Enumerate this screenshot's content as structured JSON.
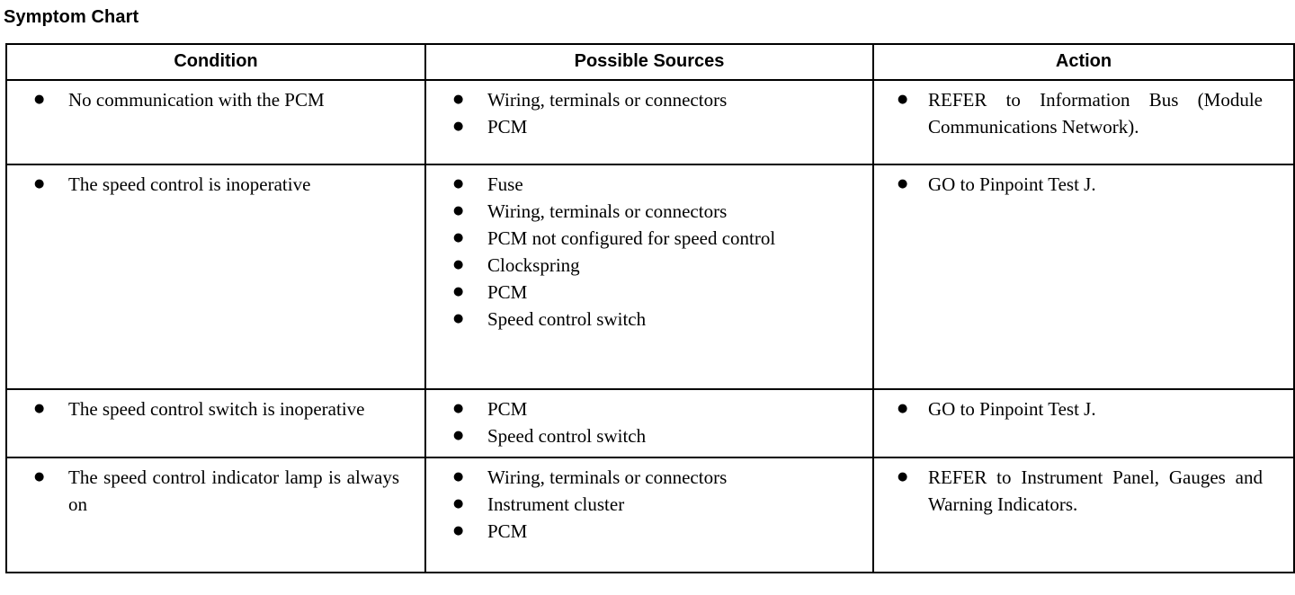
{
  "page": {
    "title": "Symptom Chart"
  },
  "table": {
    "columns": [
      {
        "key": "condition",
        "label": "Condition"
      },
      {
        "key": "sources",
        "label": "Possible Sources"
      },
      {
        "key": "action",
        "label": "Action"
      }
    ],
    "rows": [
      {
        "condition": [
          "No communication with the PCM"
        ],
        "sources": [
          "Wiring, terminals or connectors",
          "PCM"
        ],
        "action": [
          "REFER to Information Bus (Module Communications Network)."
        ]
      },
      {
        "condition": [
          "The speed control is inoperative"
        ],
        "sources": [
          "Fuse",
          "Wiring, terminals or connectors",
          "PCM not configured for speed control",
          "Clockspring",
          "PCM",
          "Speed control switch"
        ],
        "action": [
          "GO to Pinpoint Test J."
        ]
      },
      {
        "condition": [
          "The speed control switch is inoperative"
        ],
        "sources": [
          "PCM",
          "Speed control switch"
        ],
        "action": [
          "GO to Pinpoint Test J."
        ]
      },
      {
        "condition": [
          "The speed control indicator lamp is always on"
        ],
        "sources": [
          "Wiring, terminals or connectors",
          "Instrument cluster",
          "PCM"
        ],
        "action": [
          "REFER to Instrument Panel, Gauges and Warning Indicators."
        ]
      }
    ]
  },
  "glyphs": {
    "bullet": "●"
  },
  "colors": {
    "text": "#000000",
    "background": "#ffffff",
    "border": "#000000"
  }
}
